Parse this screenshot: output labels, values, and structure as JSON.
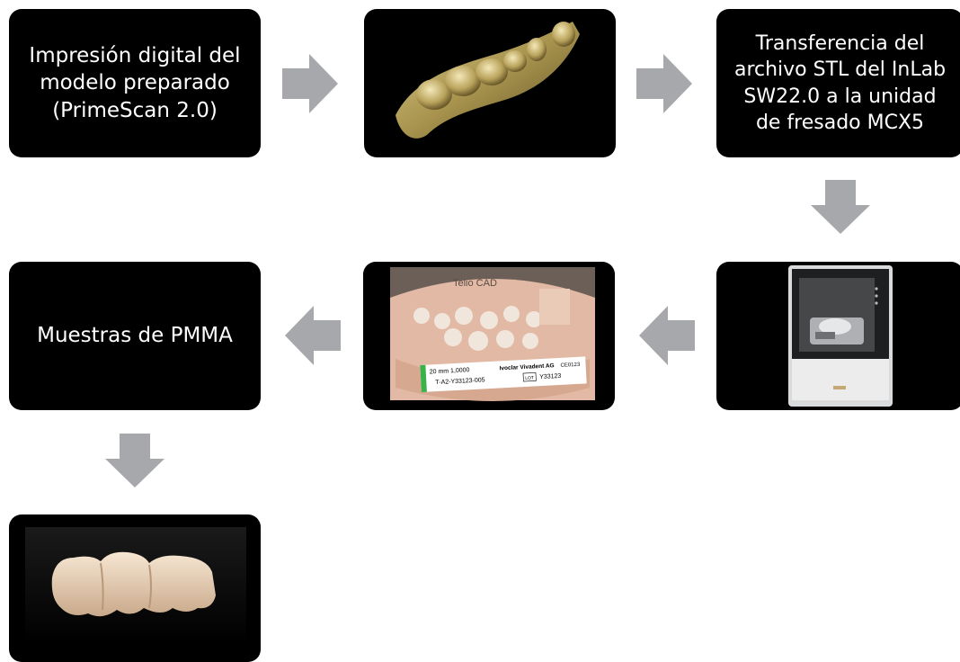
{
  "colors": {
    "box": "#000000",
    "arrow": "#a6a8ab",
    "text": "#ffffff",
    "background": "#ffffff"
  },
  "steps": [
    {
      "id": "scan",
      "text": "Impresión digital del\nmodelo preparado\n(PrimeScan 2.0)"
    },
    {
      "id": "model",
      "image": "3d-scanned-dental-model"
    },
    {
      "id": "transfer",
      "text": "Transferencia del\narchivo STL del InLab\nSW22.0 a la unidad\nde fresado MCX5"
    },
    {
      "id": "mill",
      "image": "milling-unit-mcx5"
    },
    {
      "id": "puck",
      "image": "milled-pmma-disc",
      "label": {
        "brand": "Telio CAD",
        "line1": "20 mm 1,0000",
        "maker": "Ivoclar Vivadent AG",
        "ce": "CE0123",
        "line2": "T-A2-Y33123-005",
        "lot": "LOT",
        "lotnum": "Y33123"
      }
    },
    {
      "id": "samples",
      "text": "Muestras de PMMA"
    },
    {
      "id": "bridge",
      "image": "pmma-bridge-photo"
    }
  ],
  "arrows": [
    "right",
    "right",
    "down",
    "left",
    "left",
    "down"
  ]
}
